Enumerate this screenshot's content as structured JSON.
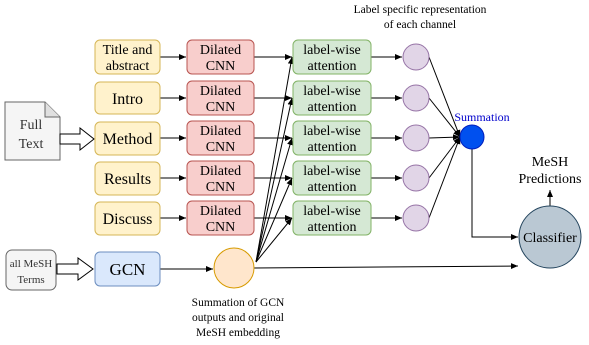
{
  "top_caption": {
    "line1": "Label specific representation",
    "line2": "of each channel"
  },
  "document": {
    "line1": "Full",
    "line2": "Text"
  },
  "mesh_terms": {
    "line1": "all MeSH",
    "line2": "Terms"
  },
  "sections": [
    {
      "line1": "Title and",
      "line2": "abstract"
    },
    {
      "line1": "Intro",
      "line2": ""
    },
    {
      "line1": "Method",
      "line2": ""
    },
    {
      "line1": "Results",
      "line2": ""
    },
    {
      "line1": "Discuss",
      "line2": ""
    }
  ],
  "cnn": {
    "line1": "Dilated",
    "line2": "CNN"
  },
  "attention": {
    "line1": "label-wise",
    "line2": "attention"
  },
  "gcn": {
    "label": "GCN"
  },
  "gcn_caption": {
    "line1": "Summation of GCN",
    "line2": "outputs and original",
    "line3": "MeSH embedding"
  },
  "summation": {
    "label": "Summation"
  },
  "classifier": {
    "label": "Classifier"
  },
  "predictions": {
    "line1": "MeSH",
    "line2": "Predictions"
  },
  "colors": {
    "section_fill": "#fff2cc",
    "section_stroke": "#d6b656",
    "cnn_fill": "#f8cecc",
    "cnn_stroke": "#b85450",
    "attention_fill": "#d5e8d4",
    "attention_stroke": "#82b366",
    "gcn_fill": "#dae8fc",
    "gcn_stroke": "#6c8ebf",
    "channel_node_fill": "#e1d5e7",
    "channel_node_stroke": "#9673a6",
    "gcn_sum_fill": "#ffe6cc",
    "gcn_sum_stroke": "#d79b00",
    "summation_fill": "#0050ef",
    "summation_text": "#0000cc",
    "classifier_fill": "#bac8d3",
    "classifier_stroke": "#23445d",
    "document_fill": "#f5f5f5",
    "document_stroke": "#666666",
    "line": "#000000"
  }
}
